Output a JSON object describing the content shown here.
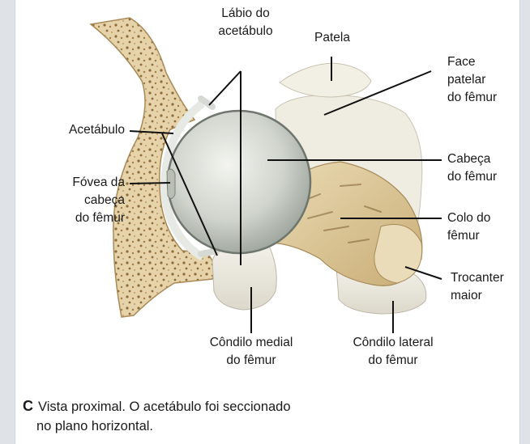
{
  "labels": {
    "labio": [
      "Lábio do",
      "acetábulo"
    ],
    "patela": [
      "Patela"
    ],
    "face_patelar": [
      "Face",
      "patelar",
      "do fêmur"
    ],
    "acetabulo": [
      "Acetábulo"
    ],
    "fovea": [
      "Fóvea da",
      "cabeça",
      "do fêmur"
    ],
    "cabeca": [
      "Cabeça",
      "do fêmur"
    ],
    "colo": [
      "Colo do",
      "fêmur"
    ],
    "trocanter": [
      "Trocanter",
      "maior"
    ],
    "condilo_medial": [
      "Côndilo medial",
      "do fêmur"
    ],
    "condilo_lateral": [
      "Côndilo lateral",
      "do fêmur"
    ]
  },
  "caption": {
    "letter": "C",
    "line1": "Vista proximal. O acetábulo foi seccionado",
    "line2": "no plano horizontal."
  }
}
